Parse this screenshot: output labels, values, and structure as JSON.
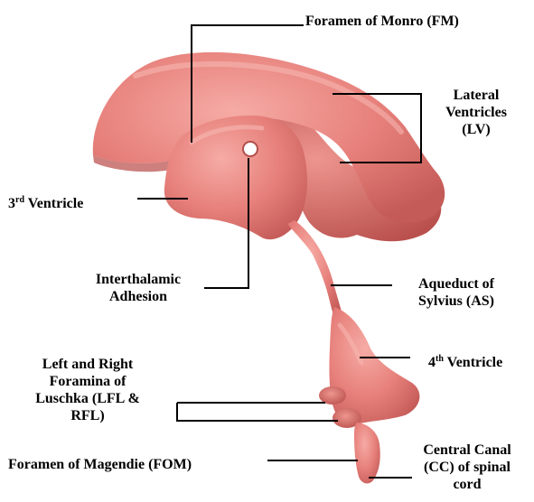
{
  "colors": {
    "tissue": "#e7807b",
    "tissue_dark": "#c25a57",
    "tissue_light": "#f5aaa4",
    "leader_line": "#000000"
  },
  "labels": {
    "foramen_of_monro": "Foramen of Monro (FM)",
    "lateral_ventricles": [
      "Lateral",
      "Ventricles",
      "(LV)"
    ],
    "third_ventricle": {
      "prefix": "3",
      "sup": "rd",
      "suffix": " Ventricle"
    },
    "interthalamic_adhesion": [
      "Interthalamic",
      "Adhesion"
    ],
    "aqueduct_of_sylvius": [
      "Aqueduct of",
      "Sylvius (AS)"
    ],
    "fourth_ventricle": {
      "prefix": "4",
      "sup": "th",
      "suffix": " Ventricle"
    },
    "foramina_of_luschka": [
      "Left and Right",
      "Foramina of",
      "Luschka (LFL &",
      "RFL)"
    ],
    "foramen_of_magendie": "Foramen of Magendie (FOM)",
    "central_canal": [
      "Central Canal",
      "(CC) of spinal",
      "cord"
    ]
  }
}
